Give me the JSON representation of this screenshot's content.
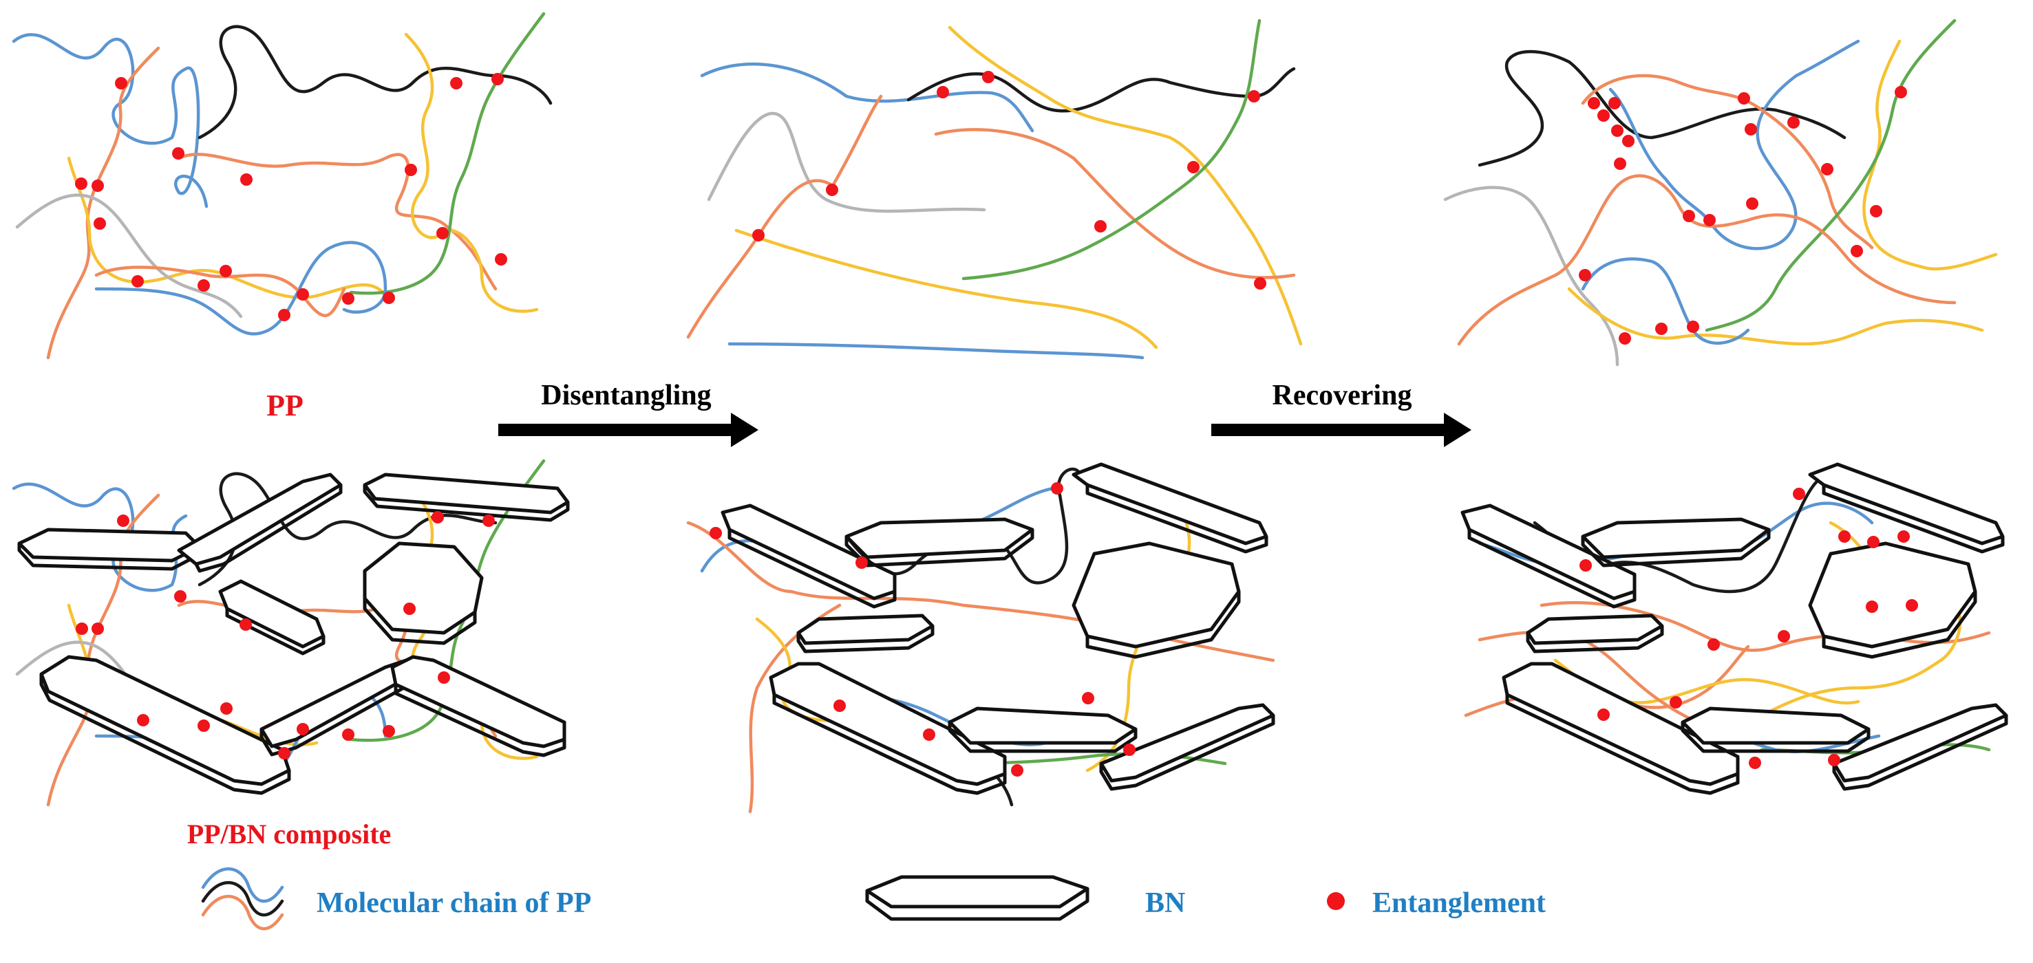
{
  "panel_labels": {
    "pp": "PP",
    "pp_bn": "PP/BN composite"
  },
  "arrows": {
    "disentangling": "Disentangling",
    "recovering": "Recovering"
  },
  "legend": {
    "chain": "Molecular chain of PP",
    "bn": "BN",
    "entanglement": "Entanglement"
  },
  "colors": {
    "chain_blue": "#5b95d2",
    "chain_black": "#1a1a1a",
    "chain_orange": "#f08a5c",
    "chain_yellow": "#f6c233",
    "chain_green": "#5fa94e",
    "chain_gray": "#b5b5b5",
    "entanglement": "#f0141b",
    "label_red": "#e8141c",
    "label_blue": "#1f7fc4"
  },
  "icons": [
    "arrow-right-icon",
    "bn-platelet-icon",
    "entanglement-dot-icon",
    "chain-icon"
  ]
}
